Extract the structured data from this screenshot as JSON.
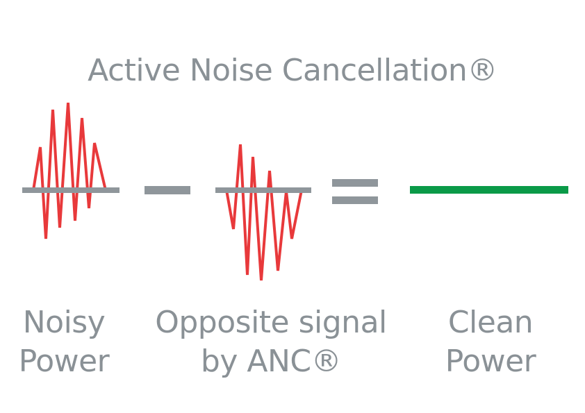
{
  "title": "Active Noise Cancellation®",
  "labels": {
    "noisy": {
      "line1": "Noisy",
      "line2": "Power"
    },
    "opposite": {
      "line1": "Opposite signal",
      "line2": "by ANC®"
    },
    "clean": {
      "line1": "Clean",
      "line2": "Power"
    }
  },
  "colors": {
    "text": "#8a9196",
    "baseline": "#8f969b",
    "noise": "#e8393b",
    "clean": "#0a9a48"
  },
  "icons": {
    "noise": "noise-waveform-icon",
    "opposite": "inverted-waveform-icon",
    "minus": "minus-sign-icon",
    "equals": "equals-sign-icon",
    "clean": "flat-line-icon"
  }
}
